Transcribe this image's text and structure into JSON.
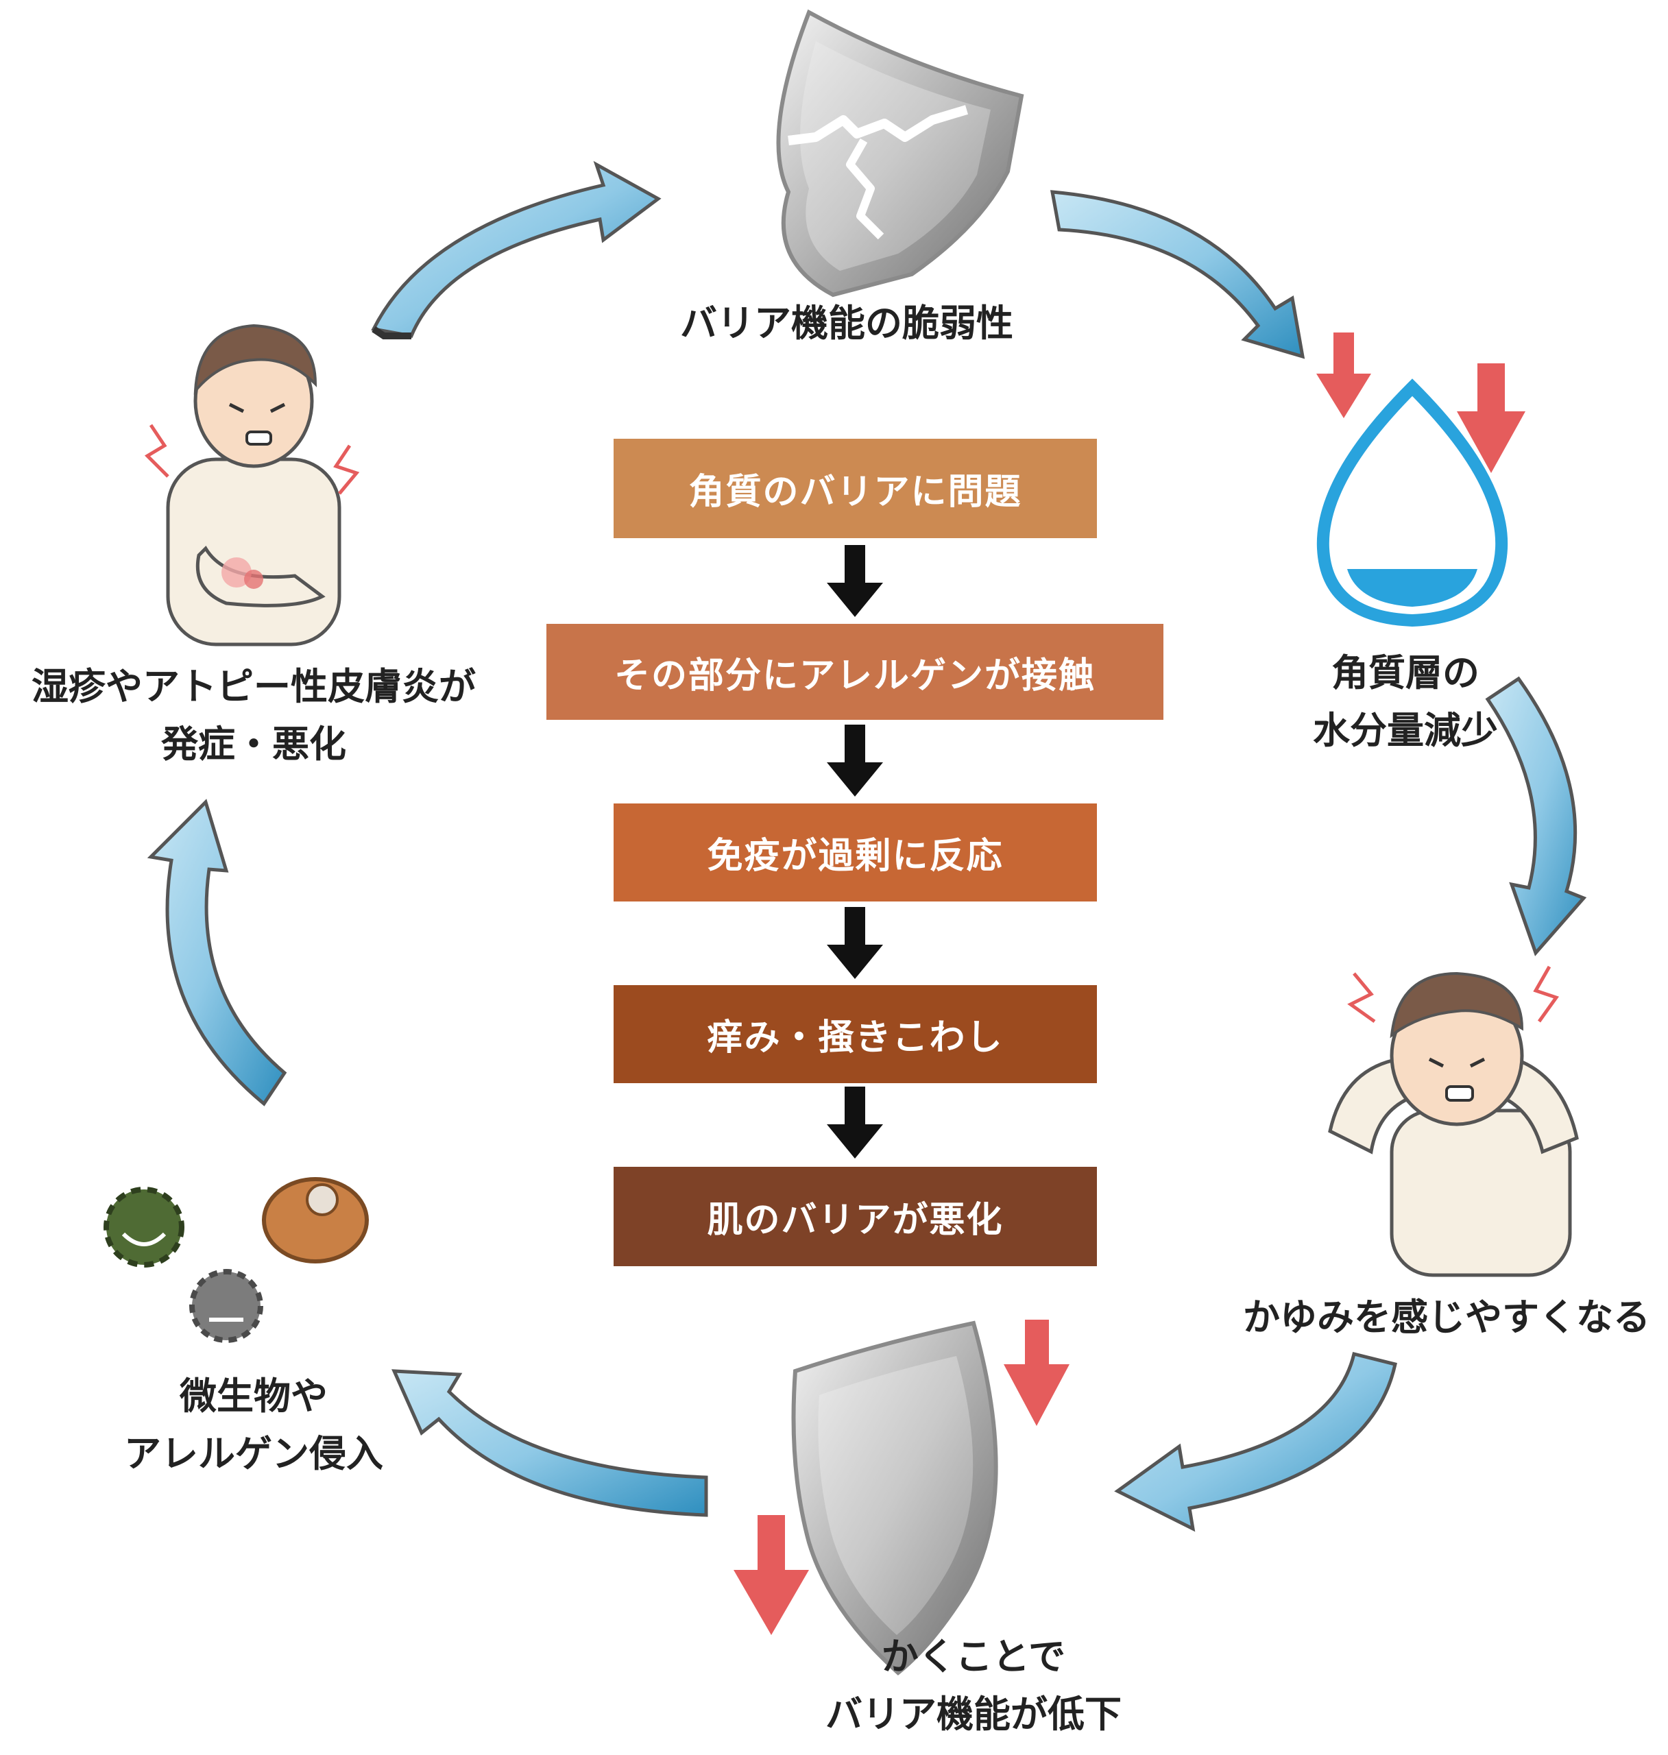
{
  "colors": {
    "step1": "#CC8A52",
    "step2": "#C8744A",
    "step3": "#C76734",
    "step4": "#9C4B1F",
    "step5": "#7E4227",
    "flow_arrow": "#111111",
    "down_arrow": "#E55C5C",
    "cycle_arrow_light": "#A6D4EA",
    "cycle_arrow_dark": "#2F8FBF",
    "water": "#29A3DD"
  },
  "cycle": {
    "barrier_fragility": "バリア機能の脆弱性",
    "moisture_decrease": [
      "角質層の",
      "水分量減少"
    ],
    "itch_sensitive": "かゆみを感じやすくなる",
    "scratching_lowers": [
      "かくことで",
      "バリア機能が低下"
    ],
    "microbe_invasion": [
      "微生物や",
      "アレルゲン侵入"
    ],
    "eczema_onset": [
      "湿疹やアトピー性皮膚炎が",
      "発症・悪化"
    ]
  },
  "steps": [
    "角質のバリアに問題",
    "その部分にアレルゲンが接触",
    "免疫が過剰に反応",
    "痒み・掻きこわし",
    "肌のバリアが悪化"
  ]
}
